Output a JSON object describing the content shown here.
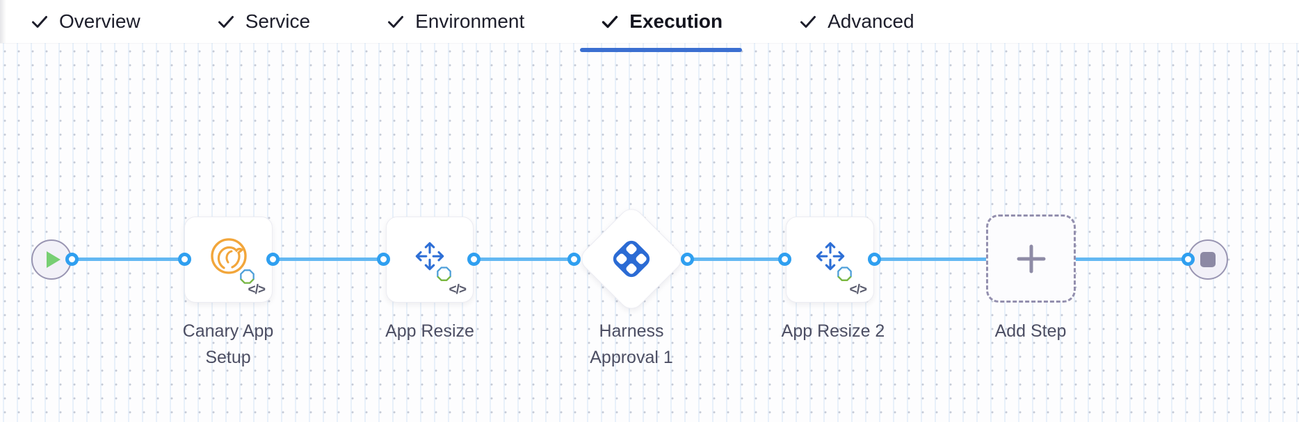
{
  "tab_bar": {
    "check_icon": "check-icon",
    "tabs": [
      {
        "label": "Overview",
        "state": "completed"
      },
      {
        "label": "Service",
        "state": "completed"
      },
      {
        "label": "Environment",
        "state": "completed"
      },
      {
        "label": "Execution",
        "state": "active"
      },
      {
        "label": "Advanced",
        "state": "completed"
      }
    ]
  },
  "pipeline": {
    "start_node": {
      "icon": "play-icon"
    },
    "end_node": {
      "icon": "stop-icon"
    },
    "code_toggle_label": "</>",
    "steps": [
      {
        "label": "Canary App Setup",
        "shape": "card",
        "icon": "canary-bird-icon",
        "badge_icon": "tanzu-ring-icon"
      },
      {
        "label": "App Resize",
        "shape": "card",
        "icon": "resize-arrows-icon",
        "badge_icon": "tanzu-ring-icon"
      },
      {
        "label": "Harness Approval 1",
        "shape": "diamond",
        "icon": "harness-logo-icon"
      },
      {
        "label": "App Resize 2",
        "shape": "card",
        "icon": "resize-arrows-icon",
        "badge_icon": "tanzu-ring-icon"
      },
      {
        "label": "Add Step",
        "shape": "dashed-placeholder",
        "icon": "plus-icon"
      }
    ]
  },
  "colors": {
    "connector_line": "#64B8F2",
    "connector_ring": "#2F9FF0",
    "active_tab_underline": "#3B6FD1",
    "step_icon_blue": "#2E6FD6",
    "harness_logo_blue": "#2B6BD4",
    "canary_orange": "#F2A63B",
    "play_green": "#77CF73",
    "terminal_node_gray": "#8C89A4"
  }
}
